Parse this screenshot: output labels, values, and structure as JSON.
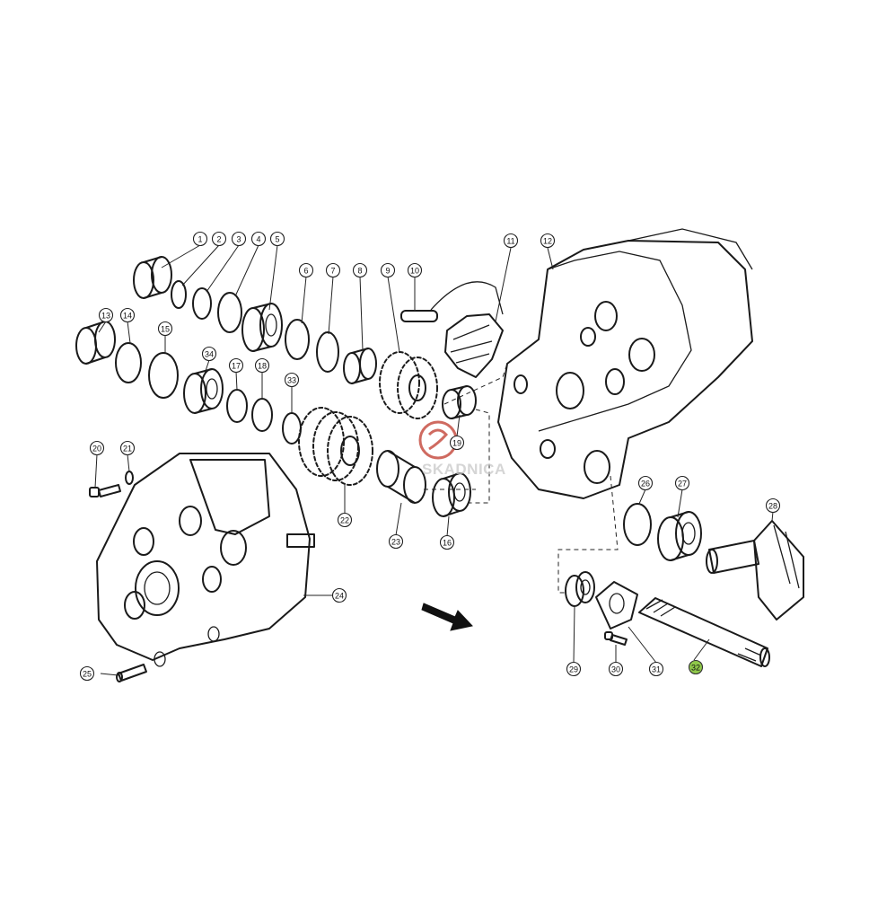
{
  "callouts": [
    "1",
    "2",
    "3",
    "4",
    "5",
    "6",
    "7",
    "8",
    "9",
    "10",
    "11",
    "12",
    "13",
    "14",
    "15",
    "16",
    "17",
    "18",
    "19",
    "20",
    "21",
    "22",
    "23",
    "24",
    "25",
    "26",
    "27",
    "28",
    "29",
    "30",
    "31",
    "32",
    "33",
    "34"
  ],
  "highlighted": "32",
  "watermark": {
    "text": "SKADNICA",
    "highlight_color": "#8fc84a",
    "logo_color": "#c0392b"
  }
}
